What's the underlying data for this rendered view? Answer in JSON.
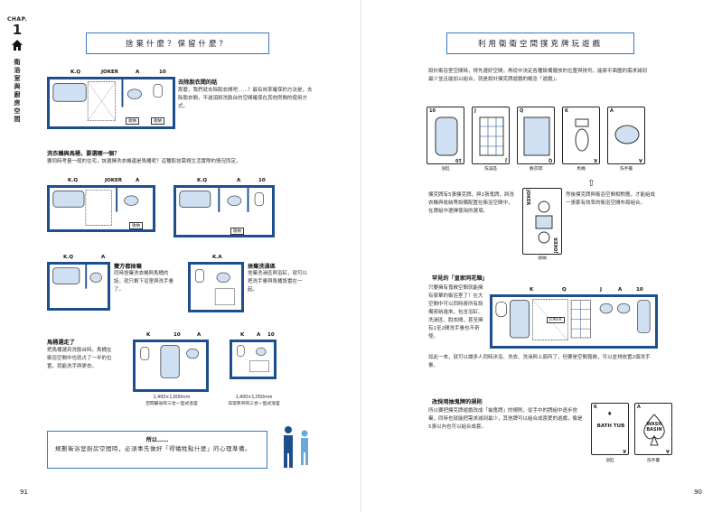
{
  "chapter": {
    "label": "CHAP.",
    "number": "1",
    "vertical_title": "衛浴室與廚房空間"
  },
  "left": {
    "title": "捨棄什麼？保留什麼？",
    "top_labels": {
      "kq": "K.Q",
      "joker": "JOKER",
      "a": "A",
      "ten": "10"
    },
    "top_storage": "收納",
    "top_closet": "收納",
    "case1": {
      "heading": "去除脫衣間的話",
      "body": "那麼，我們就去除脫衣間吧……？最有效率確保的方法是，去除脫衣間，不過須將洗臉台的空間確保在其他房間的使用方式。"
    },
    "section2": {
      "heading": "洗衣機與馬桶，要選哪一個？",
      "body": "要同時考量一般的住宅，該選擇洗衣機還是馬桶呢？這種取捨需視生活實際的情況而定。"
    },
    "mid_labels_a": {
      "kq": "K.Q",
      "joker": "JOKER",
      "a": "A"
    },
    "mid_labels_b": {
      "kq": "K.Q",
      "a": "A",
      "ten": "10"
    },
    "mid_storage_a": "收納",
    "mid_storage_b": "收納",
    "row3_labels_a": {
      "kq": "K.Q",
      "a": "A"
    },
    "row3_labels_b": {
      "ka": "K.A"
    },
    "case3": {
      "heading": "雙方都捨棄",
      "body": "同時捨棄洗衣機與馬桶的話，就只剩下浴室與洗手臺了。"
    },
    "case4": {
      "heading": "捨棄洗澡區",
      "body": "捨棄洗澡區與浴缸，就可以把洗手臺與馬桶設置在一起。"
    },
    "case5": {
      "heading": "馬桶選走了",
      "body": "把馬桶選到洗臉台時，馬桶在衛浴空間中也就占了一半的位置，就能洗手與更衣。"
    },
    "plan_a": {
      "labels": {
        "k": "K",
        "ten": "10",
        "a": "A"
      },
      "caption_size": "2,400×1,600mm",
      "caption_desc": "空間最省的三合一型式浴室"
    },
    "plan_b": {
      "labels": {
        "k": "K",
        "a": "A",
        "ten": "10"
      },
      "caption_size": "1,400×1,050mm",
      "caption_desc": "非常狹窄的三合一型式浴室"
    },
    "conclusion": {
      "heading": "所以……",
      "body": "規劃衛浴室廚房空間時，必須事先做好「得犧牲點什麼」的心理準備。"
    },
    "page_number": "91"
  },
  "right": {
    "title": "利用衛衛空間撲克牌玩遊戲",
    "intro": "設計衛浴室空間時，得先選好空間，再從中決定各種設備擺放的位置與排列，能將平面圖的需求減到最少並且能加以組合，就是設計撲克牌遊戲的概念「遊戲」。",
    "cards": [
      {
        "rank": "10",
        "name": "浴缸"
      },
      {
        "rank": "J",
        "name": "洗澡區"
      },
      {
        "rank": "Q",
        "name": "脫衣間"
      },
      {
        "rank": "K",
        "name": "馬桶"
      },
      {
        "rank": "A",
        "name": "洗手臺"
      }
    ],
    "joker_label": "JOKER",
    "joker_caption": "收納",
    "rule1": "撲克牌有5張撲克牌，與1張鬼牌，將洗衣機與收納等設備配置在衛浴空間中，在牌組中選擇使用的選項。",
    "rule2": "然後撲克牌與衛浴空間相對應，才能組成一張套有效率的衛浴空間布局組合。",
    "section2": {
      "heading": "罕見的「皇家同花順」",
      "body": "只要擁有寬敞空間就能擁有豪華的衛浴室了！在大空間中可以同時將所有設備容納進來，包含浴缸、洗澡區、脫衣間，甚至擁有1至2間洗手臺也不奇怪。"
    },
    "flush_labels": {
      "k": "K",
      "q": "Q",
      "j": "J",
      "a": "A",
      "ten": "10"
    },
    "flush_joker": "JOKER",
    "flush_tail": "如此一來，就可以讓多人同時沐浴、洗衣、洗澡與上廁所了，但要是空間寬敞，可以並排放置2個洗手臺。",
    "section3": {
      "heading": "改採用抽鬼牌的規則",
      "body": "所以要把撲克牌遊戲改成「抽鬼牌」的規則，從手中的牌組中逐步捨棄，同時也就能把需求減到最少，其他牌可以組合成喜愛的遊戲，像是5張以內也可以組合成套。"
    },
    "bottom_cards": [
      {
        "rank": "K",
        "word": "BATH TUB",
        "name": "浴缸"
      },
      {
        "rank": "A",
        "word": "WASH BASIN",
        "name": "洗手臺"
      }
    ],
    "page_number": "90"
  }
}
